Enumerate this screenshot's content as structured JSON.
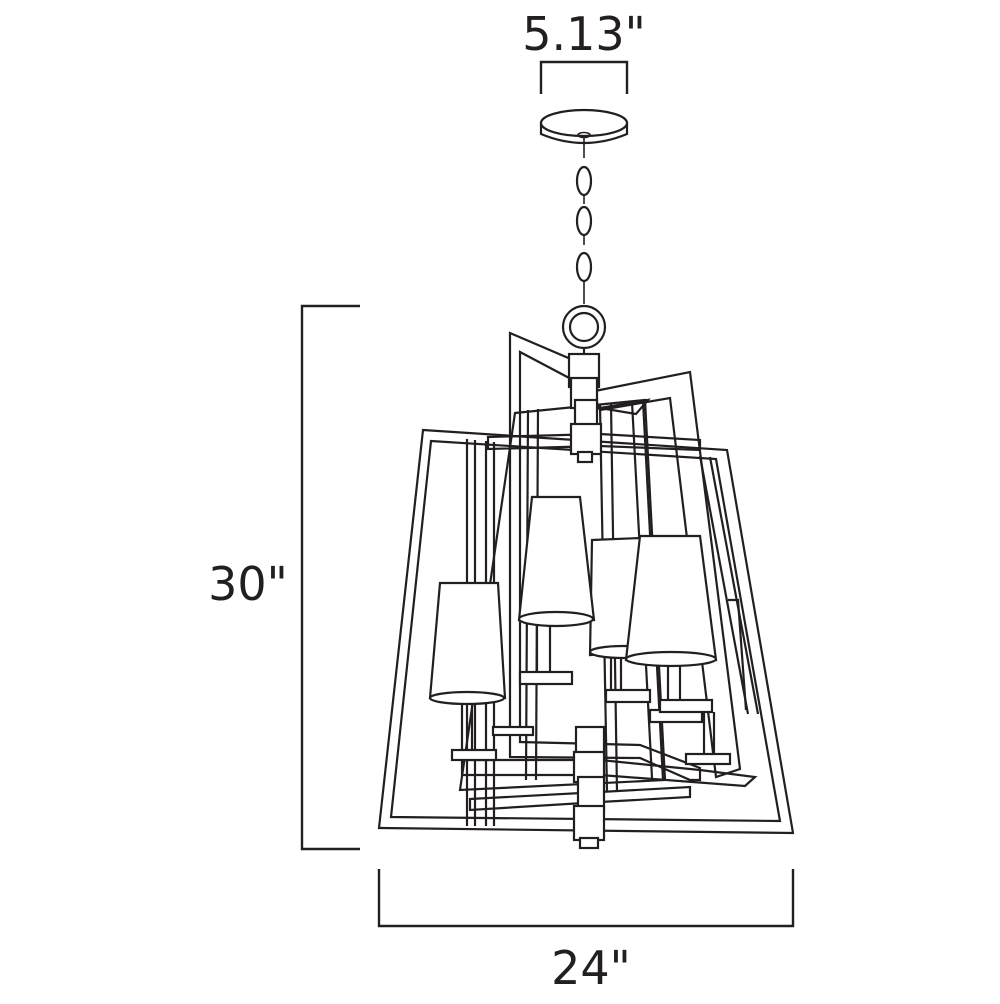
{
  "dimensions": {
    "canopy_width": "5.13\"",
    "height": "30\"",
    "width": "24\""
  },
  "colors": {
    "line": "#231f20",
    "background": "#ffffff"
  }
}
